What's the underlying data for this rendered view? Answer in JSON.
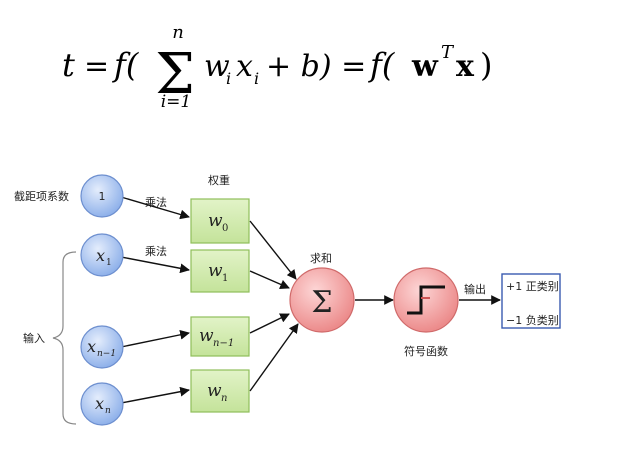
{
  "formula": {
    "t": "t",
    "eq1": "=",
    "f1": "f(",
    "sum_upper": "n",
    "sum_lower": "i=1",
    "w_base": "w",
    "w_sub": "i",
    "x_base": "x",
    "x_sub": "i",
    "plus_b": "+ b) =",
    "f2": "f(",
    "wT_base": "w",
    "wT_sup": "T",
    "x_bold": "x",
    "close": ")"
  },
  "labels": {
    "bias_label": "截距项系数",
    "bias_value": "1",
    "weights_title": "权重",
    "multiply_1": "乘法",
    "multiply_2": "乘法",
    "input_label": "输入",
    "sum_label": "求和",
    "sum_symbol": "Σ",
    "sign_label": "符号函数",
    "output_label": "输出",
    "class_pos": "+1 正类别",
    "class_neg": "−1 负类别"
  },
  "inputs": [
    {
      "base": "x",
      "sub": "1"
    },
    {
      "base": "x",
      "sub": "n−1"
    },
    {
      "base": "x",
      "sub": "n"
    }
  ],
  "weights": [
    {
      "base": "w",
      "sub": "0"
    },
    {
      "base": "w",
      "sub": "1"
    },
    {
      "base": "w",
      "sub": "n−1"
    },
    {
      "base": "w",
      "sub": "n"
    }
  ],
  "colors": {
    "input_fill_top": "#d9e6fb",
    "input_fill_bottom": "#8fb1ea",
    "input_stroke": "#6d8fcf",
    "weight_fill": "#d4ecb0",
    "weight_stroke": "#8fbf5a",
    "neuron_fill_top": "#fbc6c6",
    "neuron_fill_bottom": "#ec8b8b",
    "neuron_stroke": "#d06a6a",
    "output_stroke": "#3a5bb0"
  }
}
